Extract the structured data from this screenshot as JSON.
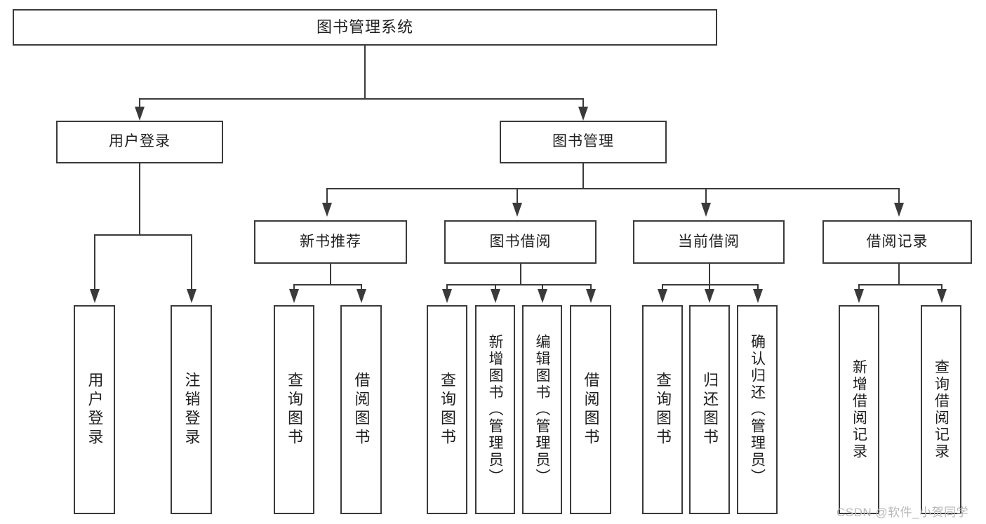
{
  "diagram": {
    "type": "tree-hierarchy-diagram",
    "title": "图书管理系统",
    "root": {
      "label": "图书管理系统"
    },
    "level1": [
      {
        "label": "用户登录"
      },
      {
        "label": "图书管理"
      }
    ],
    "level2": [
      {
        "label": "新书推荐"
      },
      {
        "label": "图书借阅"
      },
      {
        "label": "当前借阅"
      },
      {
        "label": "借阅记录"
      }
    ],
    "leaves": {
      "login": [
        {
          "label": "用户登录"
        },
        {
          "label": "注销登录"
        }
      ],
      "newbook": [
        {
          "label": "查询图书"
        },
        {
          "label": "借阅图书"
        }
      ],
      "borrow": [
        {
          "label": "查询图书"
        },
        {
          "label": "新增图书（管理员）"
        },
        {
          "label": "编辑图书（管理员）"
        },
        {
          "label": "借阅图书"
        }
      ],
      "current": [
        {
          "label": "查询图书"
        },
        {
          "label": "归还图书"
        },
        {
          "label": "确认归还（管理员）"
        }
      ],
      "record": [
        {
          "label": "新增借阅记录"
        },
        {
          "label": "查询借阅记录"
        }
      ]
    }
  },
  "watermark": {
    "text": "CSDN @软件_小贺同学"
  },
  "colors": {
    "stroke": "#3a3a3a",
    "text": "#1f1f1f",
    "background": "#ffffff",
    "watermark": "#b9b9b9"
  }
}
